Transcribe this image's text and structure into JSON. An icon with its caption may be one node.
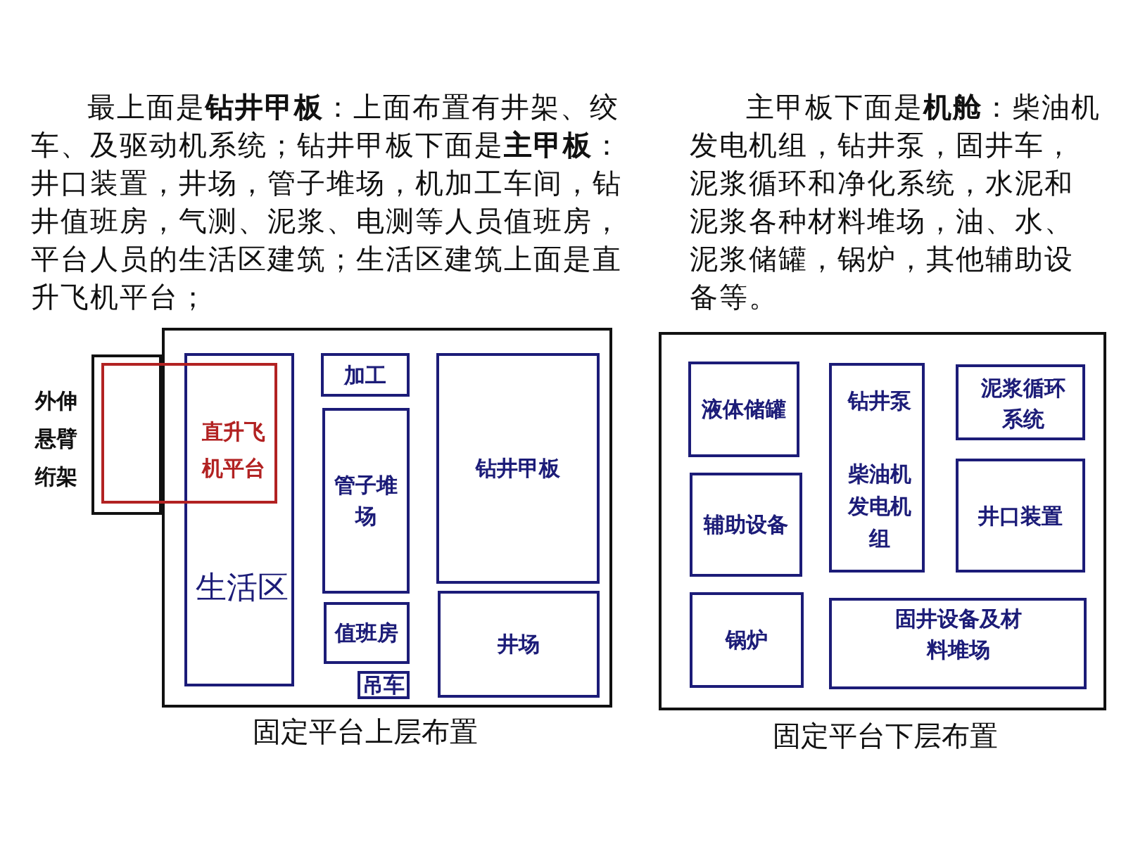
{
  "diagram": {
    "nodes": [
      {
        "text": [
          "固定平台上层布置"
        ]
      },
      {
        "text": [
          "外伸悬臂绗架"
        ]
      },
      {
        "text": [
          "直升飞机平台"
        ]
      },
      {
        "text": [
          "生活区"
        ],
        "in": 0
      },
      {
        "text": [
          "加工"
        ],
        "in": 0
      },
      {
        "text": [
          "管子堆场"
        ],
        "in": 0
      },
      {
        "text": [
          "值班房"
        ],
        "in": 0
      },
      {
        "text": [
          "吊车"
        ],
        "in": 0
      },
      {
        "text": [
          "钻井甲板"
        ],
        "in": 0
      },
      {
        "text": [
          "井场"
        ],
        "in": 0
      },
      {
        "text": [
          "固定平台下层布置"
        ]
      },
      {
        "text": [
          "液体储罐"
        ],
        "in": 10
      },
      {
        "text": [
          "钻井泵",
          "柴油机发电机组"
        ],
        "in": 10
      },
      {
        "text": [
          "泥浆循环系统"
        ],
        "in": 10
      },
      {
        "text": [
          "辅助设备"
        ],
        "in": 10
      },
      {
        "text": [
          "井口装置"
        ],
        "in": 10
      },
      {
        "text": [
          "锅炉"
        ],
        "in": 10
      },
      {
        "text": [
          "固井设备及材料堆场"
        ],
        "in": 10
      }
    ],
    "labels": [
      "最上面是**钻井甲板**：上面布置有井架、绞车、及驱动机系统；钻井甲板下面是**主甲板**：井口装置，井场，管子堆场，机加工车间，钻井值班房，气测、泥浆、电测等人员值班房，平台人员的生活区建筑；生活区建筑上面是直升飞机平台；",
      "主甲板下面是**机舱**：柴油机发电机组，钻井泵，固井车，泥浆循环和净化系统，水泥和泥浆各种材料堆场，油、水、泥浆储罐，锅炉，其他辅助设备等。"
    ]
  }
}
